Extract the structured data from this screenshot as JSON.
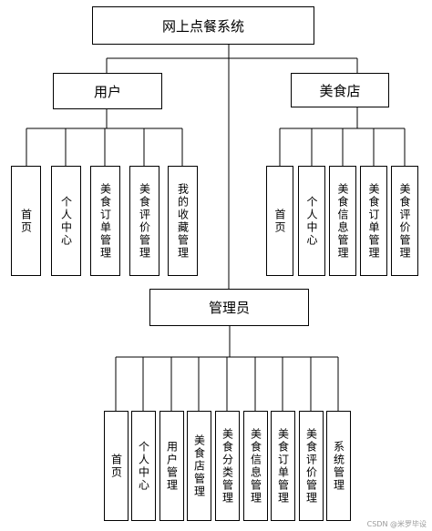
{
  "root": {
    "label": "网上点餐系统"
  },
  "user": {
    "label": "用户",
    "children": [
      "首页",
      "个人中心",
      "美食订单管理",
      "美食评价管理",
      "我的收藏管理"
    ]
  },
  "shop": {
    "label": "美食店",
    "children": [
      "首页",
      "个人中心",
      "美食信息管理",
      "美食订单管理",
      "美食评价管理"
    ]
  },
  "admin": {
    "label": "管理员",
    "children": [
      "首页",
      "个人中心",
      "用户管理",
      "美食店管理",
      "美食分类管理",
      "美食信息管理",
      "美食订单管理",
      "美食评价管理",
      "系统管理"
    ]
  },
  "watermark": "CSDN @米罗毕设"
}
